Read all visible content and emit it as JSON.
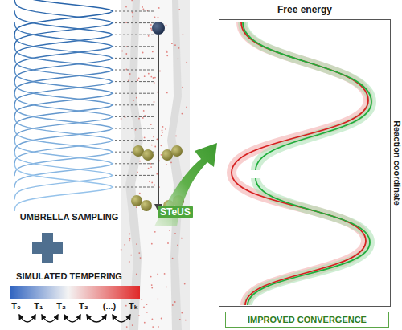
{
  "diagram": {
    "nodes": [
      {
        "text": [
          "STeUS"
        ]
      },
      {
        "text": [
          "Free energy",
          "Reaction coordinate"
        ]
      },
      {
        "text": [
          "IMPROVED CONVERGENCE"
        ]
      }
    ],
    "labels": [
      "UMBRELLA SAMPLING",
      "SIMULATED TEMPERING",
      "T₀",
      "T₁",
      "T₂",
      "T₃",
      "(...)",
      "Tₖ"
    ]
  }
}
